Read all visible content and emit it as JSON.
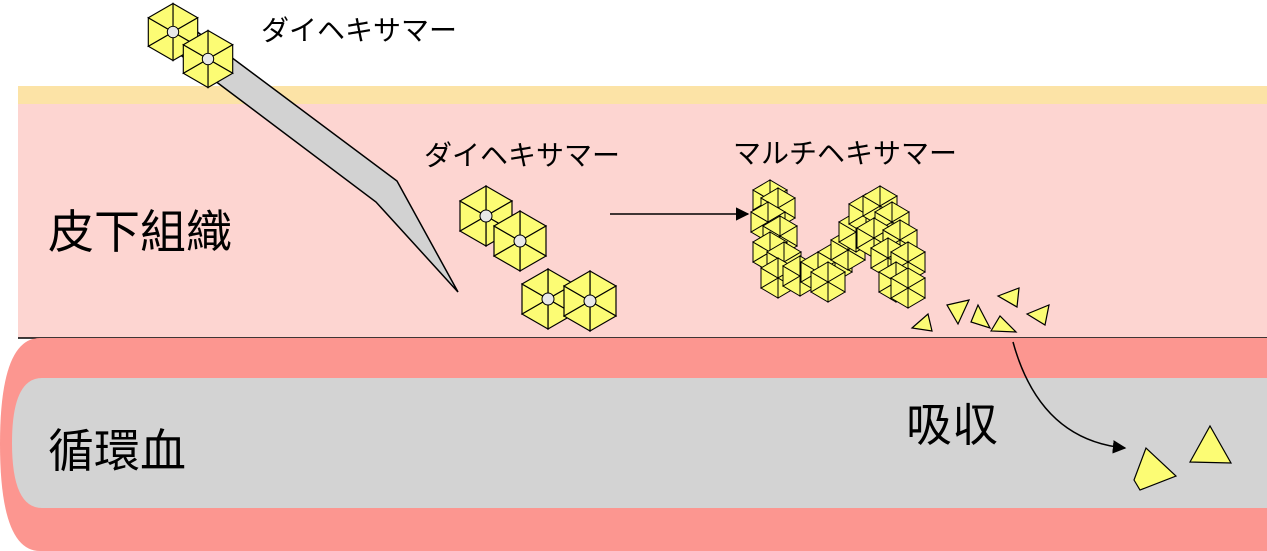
{
  "labels": {
    "injected": "ダイヘキサマー",
    "dihexamer": "ダイヘキサマー",
    "multihexamer": "マルチヘキサマー",
    "subcutaneous": "皮下組織",
    "circulation": "循環血",
    "absorption": "吸収"
  },
  "colors": {
    "skin_surface": "#fce3a6",
    "subcutaneous": "#fdd5d1",
    "vessel_wall": "#fc9690",
    "blood": "#d3d3d3",
    "needle": "#d2d2d2",
    "insulin": "#fcfc74",
    "outline": "#000000"
  }
}
